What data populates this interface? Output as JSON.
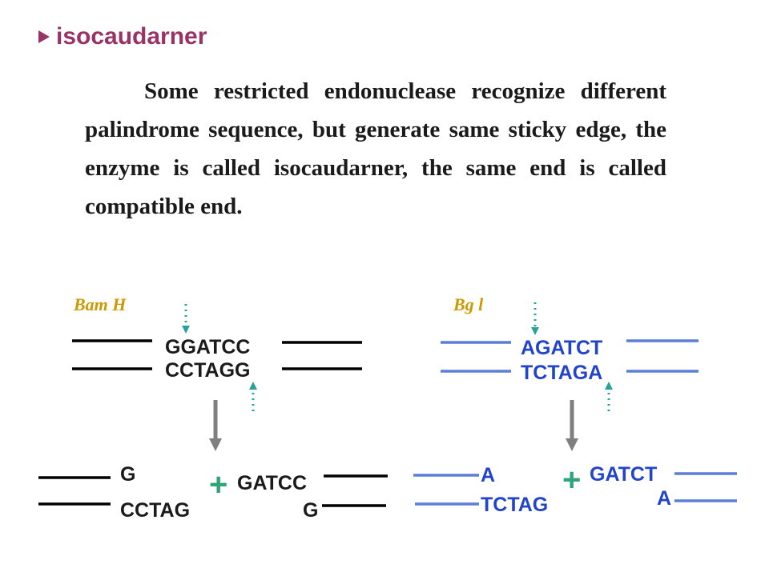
{
  "heading": {
    "title": "isocaudarner",
    "bullet_icon": "arrow-bullet-icon",
    "color": "#993366"
  },
  "paragraph": "Some restricted endonuclease recognize different palindrome sequence, but generate same sticky edge, the enzyme is called isocaudarner, the same end is called compatible end.",
  "diagram": {
    "colors": {
      "bam_strand": "#000000",
      "bam_text": "#1a1a1a",
      "bgl_strand": "#5b7fd6",
      "bgl_text": "#2244cc",
      "enzyme_label": "#cc9900",
      "cut_marker": "#2aa198",
      "process_arrow": "#7f7f7f",
      "plus_sign": "#2fa37a"
    },
    "bam": {
      "enzyme_label": "Bam H",
      "label_glyph": "",
      "top": "GGATCC",
      "bottom": "CCTAGG",
      "product_left_top": "G",
      "product_left_bottom": "CCTAG",
      "plus": "+",
      "product_right_top": "GATCC",
      "product_right_bottom": "G"
    },
    "bgl": {
      "enzyme_label": "Bg l",
      "label_glyph": "",
      "top": "AGATCT",
      "bottom": "TCTAGA",
      "product_left_top": "A",
      "product_left_bottom": "TCTAG",
      "plus": "+",
      "product_right_top": "GATCT",
      "product_right_bottom": "A"
    }
  }
}
